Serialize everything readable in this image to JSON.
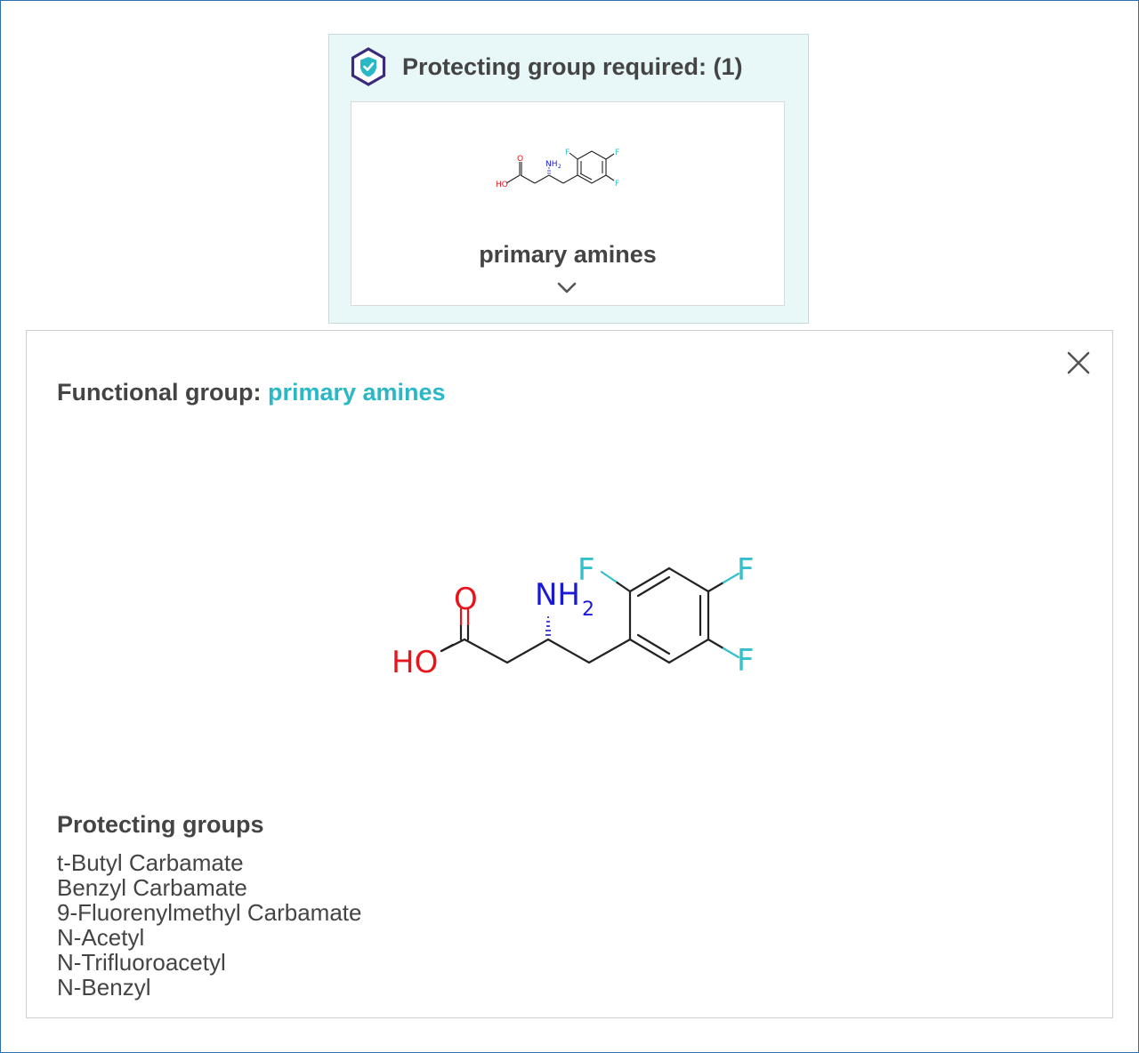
{
  "protecting_card": {
    "title": "Protecting group required: (1)",
    "icon": "shield-check-hex-icon",
    "tile": {
      "label": "primary amines",
      "expand_icon": "chevron-down-icon",
      "atom_labels": {
        "oxygen": "O",
        "hydroxyl": "HO",
        "amine": "NH",
        "amine_subscript": "2",
        "fluorine": "F"
      }
    }
  },
  "detail": {
    "close_icon": "close-icon",
    "heading_prefix": "Functional group: ",
    "heading_value": "primary amines",
    "atom_labels": {
      "oxygen": "O",
      "hydroxyl": "HO",
      "amine": "NH",
      "amine_subscript": "2",
      "fluorine": "F"
    },
    "protecting_groups_title": "Protecting groups",
    "protecting_groups": [
      "t-Butyl Carbamate",
      "Benzyl Carbamate",
      "9-Fluorenylmethyl Carbamate",
      "N-Acetyl",
      "N-Trifluoroacetyl",
      "N-Benzyl"
    ]
  },
  "colors": {
    "accent_teal": "#2ab8c7",
    "fluorine": "#33c0cc",
    "oxygen": "#e8141c",
    "nitrogen": "#1a1ad6",
    "icon_border": "#3a2c7a",
    "card_background": "#e8f8f8"
  }
}
